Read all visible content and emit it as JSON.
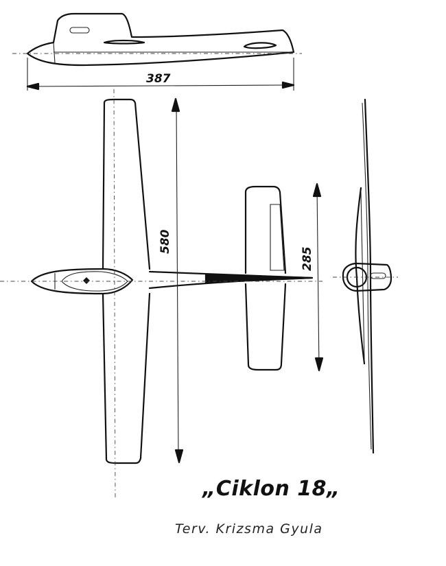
{
  "dimensions": {
    "length": "387",
    "wingspan": "580",
    "stabilizer_span": "285"
  },
  "title": "„Ciklon 18„",
  "designer": "Terv. Krizsma Gyula",
  "colors": {
    "ink": "#111111",
    "paper": "#ffffff"
  }
}
